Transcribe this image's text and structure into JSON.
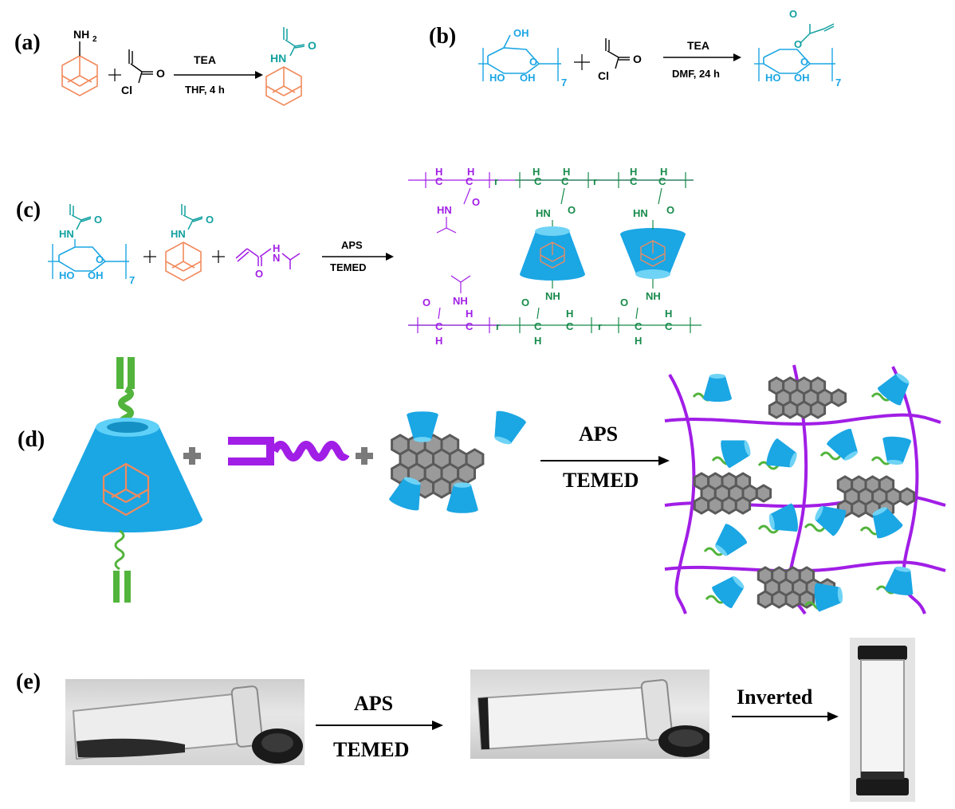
{
  "panels": {
    "a": {
      "label": "(a)",
      "reagent_top": "TEA",
      "reagent_bottom": "THF, 4 h",
      "amine_group": "NH",
      "amine_sub": "2",
      "acyl_cl": "Cl",
      "acyl_o": "O",
      "product_hn": "HN",
      "product_o": "O"
    },
    "b": {
      "label": "(b)",
      "reagent_top": "TEA",
      "reagent_bottom": "DMF, 24 h",
      "oh_top": "OH",
      "ho_left": "HO",
      "oh_right": "OH",
      "ring_o": "O",
      "bridge_o": "O",
      "repeat": "7",
      "acyl_cl": "Cl",
      "acyl_o": "O"
    },
    "c": {
      "label": "(c)",
      "reagent_top": "APS",
      "reagent_bottom": "TEMED",
      "hn": "HN",
      "nh": "NH",
      "h2": "H",
      "h": "H",
      "c": "C",
      "r": "r",
      "o": "O",
      "ho": "HO",
      "oh": "OH",
      "repeat": "7"
    },
    "d": {
      "label": "(d)",
      "reagent_top": "APS",
      "reagent_bottom": "TEMED"
    },
    "e": {
      "label": "(e)",
      "reagent_top": "APS",
      "reagent_bottom": "TEMED",
      "step2": "Inverted"
    }
  },
  "colors": {
    "adamantane": "#f28a5c",
    "cyclodextrin": "#1ba6e4",
    "acryl_teal": "#12a0a0",
    "green": "#168a4a",
    "purple": "#a11ee6",
    "bright_green": "#52b43c",
    "graphene": "#6a6a6a"
  }
}
